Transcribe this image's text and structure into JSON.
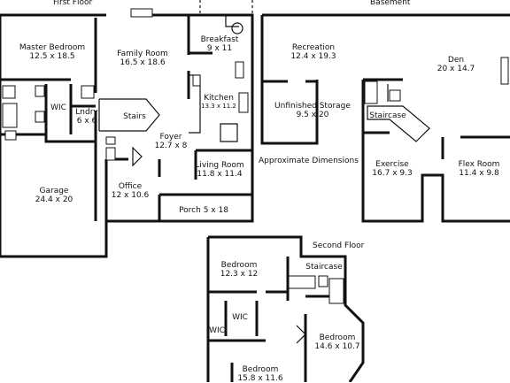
{
  "floors": {
    "first": "First Floor",
    "basement": "Basement",
    "second": "Second Floor"
  },
  "note": "Approximate Dimensions",
  "rooms": {
    "master_bedroom": {
      "name": "Master Bedroom",
      "dim": "12.5 x 18.5"
    },
    "family_room": {
      "name": "Family Room",
      "dim": "16.5 x 18.6"
    },
    "breakfast": {
      "name": "Breakfast",
      "dim": "9 x 11"
    },
    "wic_first": {
      "name": "WIC"
    },
    "laundry": {
      "name": "Lndry",
      "dim": "6 x 6"
    },
    "stairs": {
      "name": "Stairs"
    },
    "kitchen": {
      "name": "Kitchen",
      "dim": "13.3 x 11.2"
    },
    "foyer": {
      "name": "Foyer",
      "dim": "12.7 x 8"
    },
    "living_room": {
      "name": "Living Room",
      "dim": "11.8 x 11.4"
    },
    "garage": {
      "name": "Garage",
      "dim": "24.4 x 20"
    },
    "office": {
      "name": "Office",
      "dim": "12 x 10.6"
    },
    "porch": {
      "name": "Porch 5 x 18"
    },
    "recreation": {
      "name": "Recreation",
      "dim": "12.4 x 19.3"
    },
    "den": {
      "name": "Den",
      "dim": "20 x 14.7"
    },
    "unfinished_storage": {
      "name": "Unfinished Storage",
      "dim": "9.5 x 20"
    },
    "staircase_basement": {
      "name": "Staircase"
    },
    "exercise": {
      "name": "Exercise",
      "dim": "16.7 x 9.3"
    },
    "flex_room": {
      "name": "Flex Room",
      "dim": "11.4 x 9.8"
    },
    "bedroom_nw": {
      "name": "Bedroom",
      "dim": "12.3 x 12"
    },
    "staircase_second": {
      "name": "Staircase"
    },
    "wic_second_a": {
      "name": "WIC"
    },
    "wic_second_b": {
      "name": "WIC"
    },
    "bedroom_e": {
      "name": "Bedroom",
      "dim": "14.6 x 10.7"
    },
    "bedroom_s": {
      "name": "Bedroom",
      "dim": "15.8 x 11.6"
    }
  }
}
